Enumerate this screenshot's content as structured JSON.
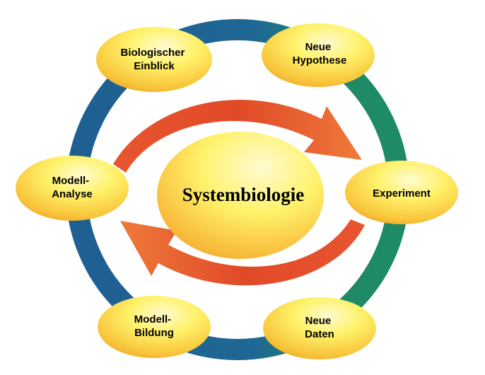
{
  "diagram": {
    "center": {
      "label": "Systembiologie"
    },
    "nodes": [
      {
        "id": "biologischer-einblick",
        "lines": [
          "Biologischer",
          "Einblick"
        ]
      },
      {
        "id": "neue-hypothese",
        "lines": [
          "Neue",
          "Hypothese"
        ]
      },
      {
        "id": "experiment",
        "lines": [
          "Experiment"
        ]
      },
      {
        "id": "neue-daten",
        "lines": [
          "Neue",
          "Daten"
        ]
      },
      {
        "id": "modell-bildung",
        "lines": [
          "Modell-",
          "Bildung"
        ]
      },
      {
        "id": "modell-analyse",
        "lines": [
          "Modell-",
          "Analyse"
        ]
      }
    ],
    "colors": {
      "ring_blue": "#1f5f93",
      "ring_green": "#1e8a66",
      "arrow_red": "#e14a28",
      "node_yellow": "#fff26a",
      "node_orange": "#f59a1c"
    }
  }
}
